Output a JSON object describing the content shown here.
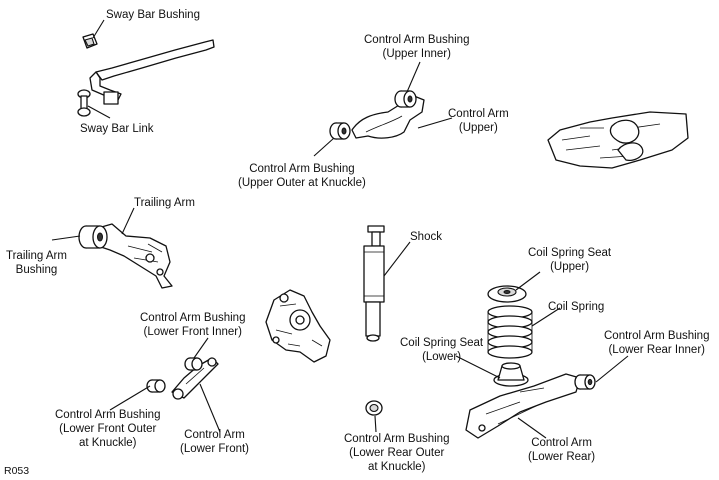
{
  "labels": {
    "sway_bar_bushing": [
      "Sway Bar Bushing"
    ],
    "sway_bar_link": [
      "Sway Bar Link"
    ],
    "control_arm_bushing_upper_inner": [
      "Control Arm Bushing",
      "(Upper Inner)"
    ],
    "control_arm_upper": [
      "Control Arm",
      "(Upper)"
    ],
    "control_arm_bushing_upper_outer": [
      "Control Arm Bushing",
      "(Upper Outer at Knuckle)"
    ],
    "trailing_arm": [
      "Trailing Arm"
    ],
    "trailing_arm_bushing": [
      "Trailing Arm",
      "Bushing"
    ],
    "shock": [
      "Shock"
    ],
    "coil_spring_seat_upper": [
      "Coil Spring Seat",
      "(Upper)"
    ],
    "coil_spring": [
      "Coil Spring"
    ],
    "coil_spring_seat_lower": [
      "Coil Spring Seat",
      "(Lower)"
    ],
    "control_arm_bushing_lower_front_inner": [
      "Control Arm Bushing",
      "(Lower Front Inner)"
    ],
    "control_arm_bushing_lower_rear_inner": [
      "Control Arm Bushing",
      "(Lower Rear Inner)"
    ],
    "control_arm_bushing_lower_front_outer": [
      "Control Arm Bushing",
      "(Lower Front Outer",
      "at Knuckle)"
    ],
    "control_arm_lower_front": [
      "Control Arm",
      "(Lower Front)"
    ],
    "control_arm_bushing_lower_rear_outer": [
      "Control Arm Bushing",
      "(Lower Rear Outer",
      "at Knuckle)"
    ],
    "control_arm_lower_rear": [
      "Control Arm",
      "(Lower Rear)"
    ]
  },
  "figure_code": "R053"
}
